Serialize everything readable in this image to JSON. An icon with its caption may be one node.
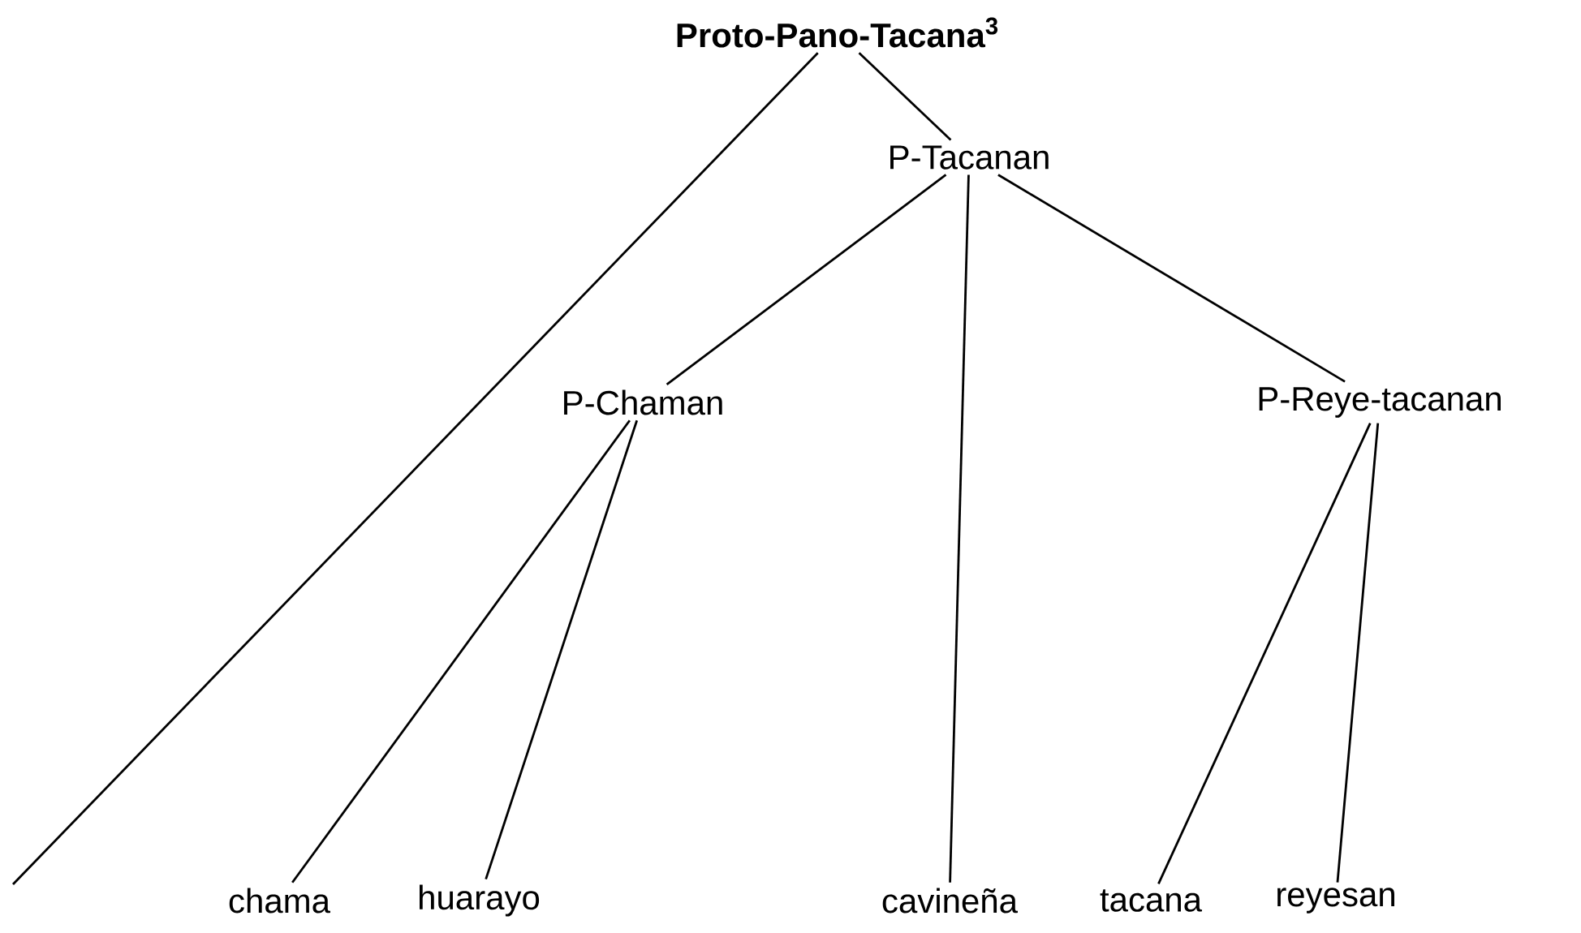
{
  "diagram": {
    "nodes": [
      {
        "text": [
          "Proto-Pano-Tacana$^{3}$"
        ]
      },
      {
        "text": [
          "P-Tacanan"
        ]
      },
      {
        "text": [
          "P-Chaman"
        ]
      },
      {
        "text": [
          "P-Reye-tacanan"
        ]
      },
      {
        "text": [
          "chama"
        ]
      },
      {
        "text": [
          "huarayo"
        ]
      },
      {
        "text": [
          "cavineña"
        ]
      },
      {
        "text": [
          "tacana"
        ]
      },
      {
        "text": [
          "reyesan"
        ]
      }
    ],
    "edges": [
      {
        "from": 0,
        "to": null,
        "arrow": "none"
      },
      {
        "from": 0,
        "to": 1,
        "arrow": "none"
      },
      {
        "from": 1,
        "to": 2,
        "arrow": "none"
      },
      {
        "from": 1,
        "to": 6,
        "arrow": "none"
      },
      {
        "from": 1,
        "to": 3,
        "arrow": "none"
      },
      {
        "from": 2,
        "to": 4,
        "arrow": "none"
      },
      {
        "from": 2,
        "to": 5,
        "arrow": "none"
      },
      {
        "from": 3,
        "to": 7,
        "arrow": "none"
      },
      {
        "from": 3,
        "to": 8,
        "arrow": "none"
      }
    ]
  }
}
